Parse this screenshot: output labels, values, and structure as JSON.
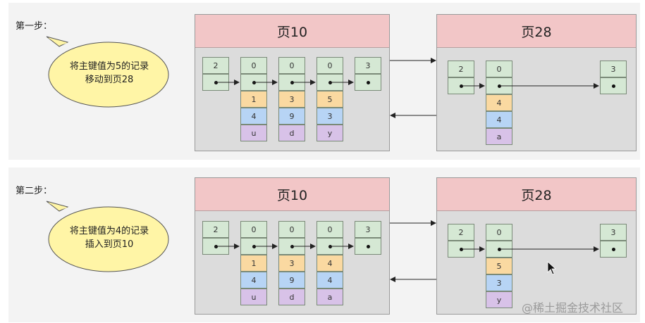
{
  "steps": [
    {
      "label": "第一步：",
      "bubble_lines": [
        "将主键值为5的记录",
        "移动到页28"
      ],
      "page_left": {
        "title": "页10",
        "infimum": "2",
        "records": [
          {
            "next": "0",
            "key": "1",
            "col2": "4",
            "col3": "u"
          },
          {
            "next": "0",
            "key": "3",
            "col2": "9",
            "col3": "d"
          },
          {
            "next": "0",
            "key": "5",
            "col2": "3",
            "col3": "y"
          }
        ],
        "supremum": "3"
      },
      "page_right": {
        "title": "页28",
        "infimum": "2",
        "records": [
          {
            "next": "0",
            "key": "4",
            "col2": "4",
            "col3": "a"
          }
        ],
        "supremum": "3"
      }
    },
    {
      "label": "第二步：",
      "bubble_lines": [
        "将主键值为4的记录",
        "插入到页10"
      ],
      "page_left": {
        "title": "页10",
        "infimum": "2",
        "records": [
          {
            "next": "0",
            "key": "1",
            "col2": "4",
            "col3": "u"
          },
          {
            "next": "0",
            "key": "3",
            "col2": "9",
            "col3": "d"
          },
          {
            "next": "0",
            "key": "4",
            "col2": "4",
            "col3": "a"
          }
        ],
        "supremum": "3"
      },
      "page_right": {
        "title": "页28",
        "infimum": "2",
        "records": [
          {
            "next": "0",
            "key": "5",
            "col2": "3",
            "col3": "y"
          }
        ],
        "supremum": "3"
      }
    }
  ],
  "watermark": "@稀土掘金技术社区",
  "colors": {
    "page_header": "#f2c6c7",
    "page_body": "#dcdcdc",
    "record_header": "#d5e8d4",
    "col_key": "#fad9a1",
    "col2": "#b7d4f5",
    "col3": "#d8c2e8",
    "bubble": "#fff5a6"
  }
}
